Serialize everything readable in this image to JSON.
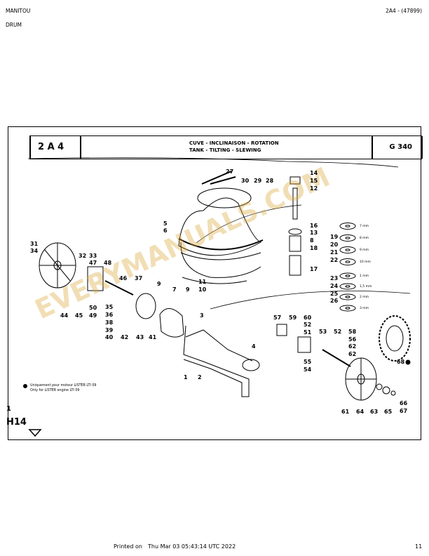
{
  "header": {
    "brand": "MANITOU",
    "section": "DRUM",
    "doc_ref": "2A4 - (47899)"
  },
  "plate": {
    "code_left": "2 A 4",
    "code_right": "G 340",
    "title_fr": "CUVE - INCLINAISON - ROTATION",
    "title_en": "TANK - TILTING - SLEWING",
    "side_mark": "1",
    "side_code": "H14",
    "watermark": "EVERYMANUALS.COM",
    "note_fr": "Uniquement pour moteur LISTER LTI 09",
    "note_en": "Only for LISTER engine LTI 09",
    "callouts": [
      "27",
      "30",
      "29",
      "28",
      "14",
      "15",
      "12",
      "5",
      "6",
      "16",
      "13",
      "8",
      "18",
      "17",
      "31",
      "34",
      "32",
      "33",
      "47",
      "48",
      "46",
      "37",
      "9",
      "7",
      "10",
      "11",
      "19",
      "20",
      "21",
      "22",
      "23",
      "24",
      "25",
      "26",
      "50",
      "49",
      "35",
      "36",
      "38",
      "39",
      "40",
      "42",
      "43",
      "41",
      "44",
      "45",
      "3",
      "57",
      "59",
      "60",
      "52",
      "51",
      "53",
      "58",
      "56",
      "62",
      "55",
      "54",
      "4",
      "1",
      "2",
      "68",
      "61",
      "64",
      "63",
      "65",
      "66",
      "67"
    ],
    "washer_sizes": [
      "7 mm",
      "8 mm",
      "9 mm",
      "10 mm",
      "1 mm",
      "1,5 mm",
      "2 mm",
      "3 mm"
    ]
  },
  "footer": {
    "printed_label": "Printed on",
    "printed_date": "Thu Mar 03 05:43:14 UTC 2022",
    "page_number": "11"
  }
}
